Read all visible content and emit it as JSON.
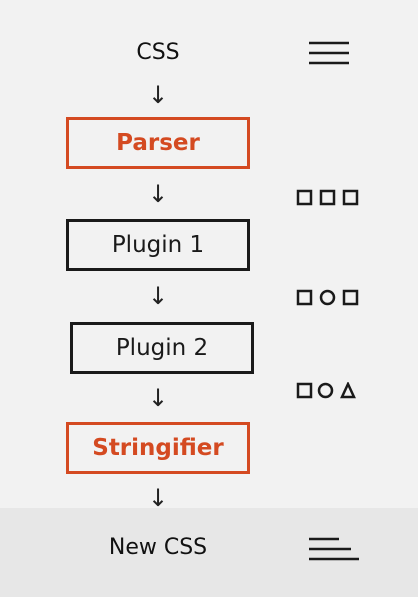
{
  "diagram": {
    "input_label": "CSS",
    "arrow_glyph": "↓",
    "parser_label": "Parser",
    "plugin1_label": "Plugin 1",
    "plugin2_label": "Plugin 2",
    "stringifier_label": "Stringifier",
    "output_label": "New CSS"
  },
  "colors": {
    "accent": "#d44a21",
    "text": "#1a1a1a",
    "background": "#f2f2f2"
  },
  "icons": {
    "input": "text-lines-icon",
    "ast1": "three-squares-icon",
    "ast2": "square-circle-square-icon",
    "ast3": "square-circle-triangle-icon",
    "output": "text-lines-ragged-icon"
  }
}
